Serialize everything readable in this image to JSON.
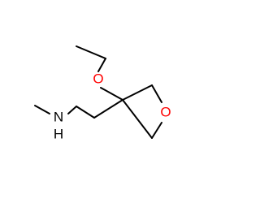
{
  "molecule": {
    "atoms": {
      "ether_oxygen": {
        "symbol": "O",
        "color": "#ff0000"
      },
      "ring_oxygen": {
        "symbol": "O",
        "color": "#ff0000"
      },
      "amine_nitrogen": {
        "symbol": "N",
        "color": "#000000"
      },
      "amine_hydrogen": {
        "symbol": "H",
        "color": "#000000"
      }
    },
    "bond_color": "#000000"
  }
}
